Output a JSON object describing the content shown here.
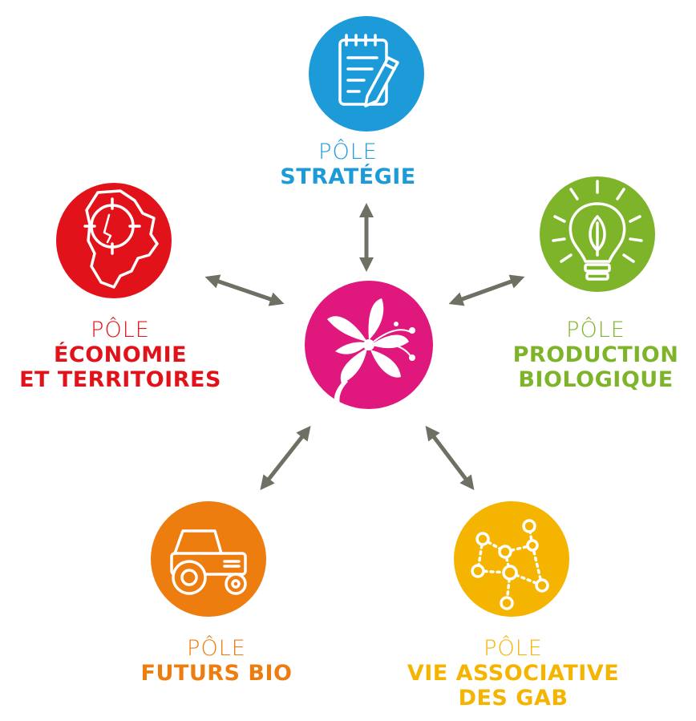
{
  "colors": {
    "strategie": "#1d9bd9",
    "economie": "#e2121a",
    "production": "#7db42a",
    "futurs": "#ee7d10",
    "vie": "#f5b400",
    "center": "#e0177c",
    "arrow": "#6e7064"
  },
  "poles": {
    "strategie": {
      "prefix": "PÔLE",
      "line1": "STRATÉGIE",
      "icon": "notepad-pencil-icon"
    },
    "economie": {
      "prefix": "PÔLE",
      "line1": "ÉCONOMIE",
      "line2": "ET TERRITOIRES",
      "icon": "map-target-icon"
    },
    "production": {
      "prefix": "PÔLE",
      "line1": "PRODUCTION",
      "line2": "BIOLOGIQUE",
      "icon": "lightbulb-leaf-icon"
    },
    "futurs": {
      "prefix": "PÔLE",
      "line1": "FUTURS BIO",
      "icon": "tractor-icon"
    },
    "vie": {
      "prefix": "PÔLE",
      "line1": "VIE ASSOCIATIVE",
      "line2": "DES GAB",
      "icon": "network-nodes-icon"
    }
  },
  "center": {
    "icon": "flower-icon"
  }
}
